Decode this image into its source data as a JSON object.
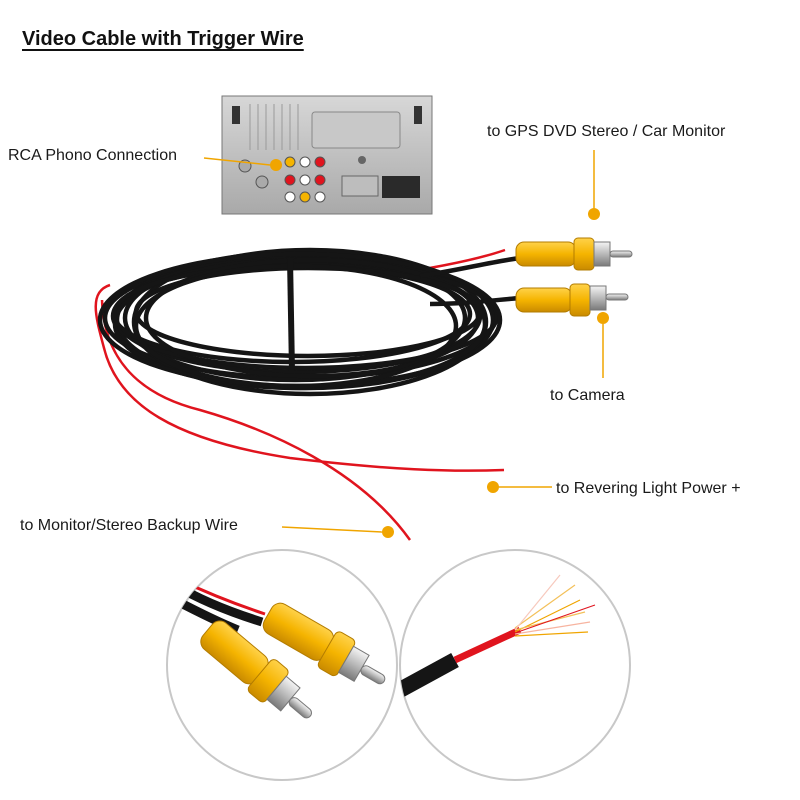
{
  "title": "Video Cable with Trigger Wire",
  "labels": {
    "rca_phono": "RCA Phono Connection",
    "gps_dvd": "to GPS  DVD Stereo / Car Monitor",
    "camera": "to Camera",
    "reversing_light": "to Revering Light Power +",
    "backup_wire": "to Monitor/Stereo Backup Wire"
  },
  "colors": {
    "callout": "#f0a500",
    "rca_yellow": "#f5b400",
    "cable": "#151515",
    "red_wire": "#e0141e"
  }
}
